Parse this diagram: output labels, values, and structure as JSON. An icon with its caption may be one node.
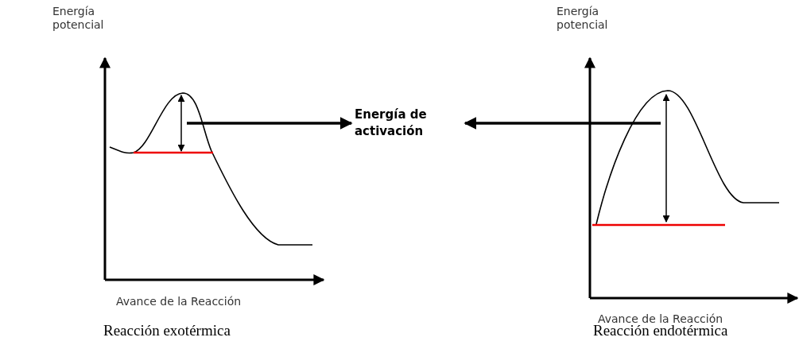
{
  "diagram": {
    "nodes": [
      {
        "text": [],
        "shape": "arrow"
      },
      {
        "text": [
          "Energía de activación"
        ]
      },
      {
        "text": [],
        "shape": "arrow"
      }
    ],
    "edges": [
      {
        "from": 0,
        "to": 1,
        "arrow": "to"
      },
      {
        "from": 2,
        "to": 1,
        "arrow": "to"
      }
    ],
    "labels": [
      "Energía potencial",
      "Avance de la Reacción",
      "Reacción exotérmica",
      "Energía potencial",
      "Avance de la Reacción",
      "Reacción endotérmica"
    ]
  }
}
